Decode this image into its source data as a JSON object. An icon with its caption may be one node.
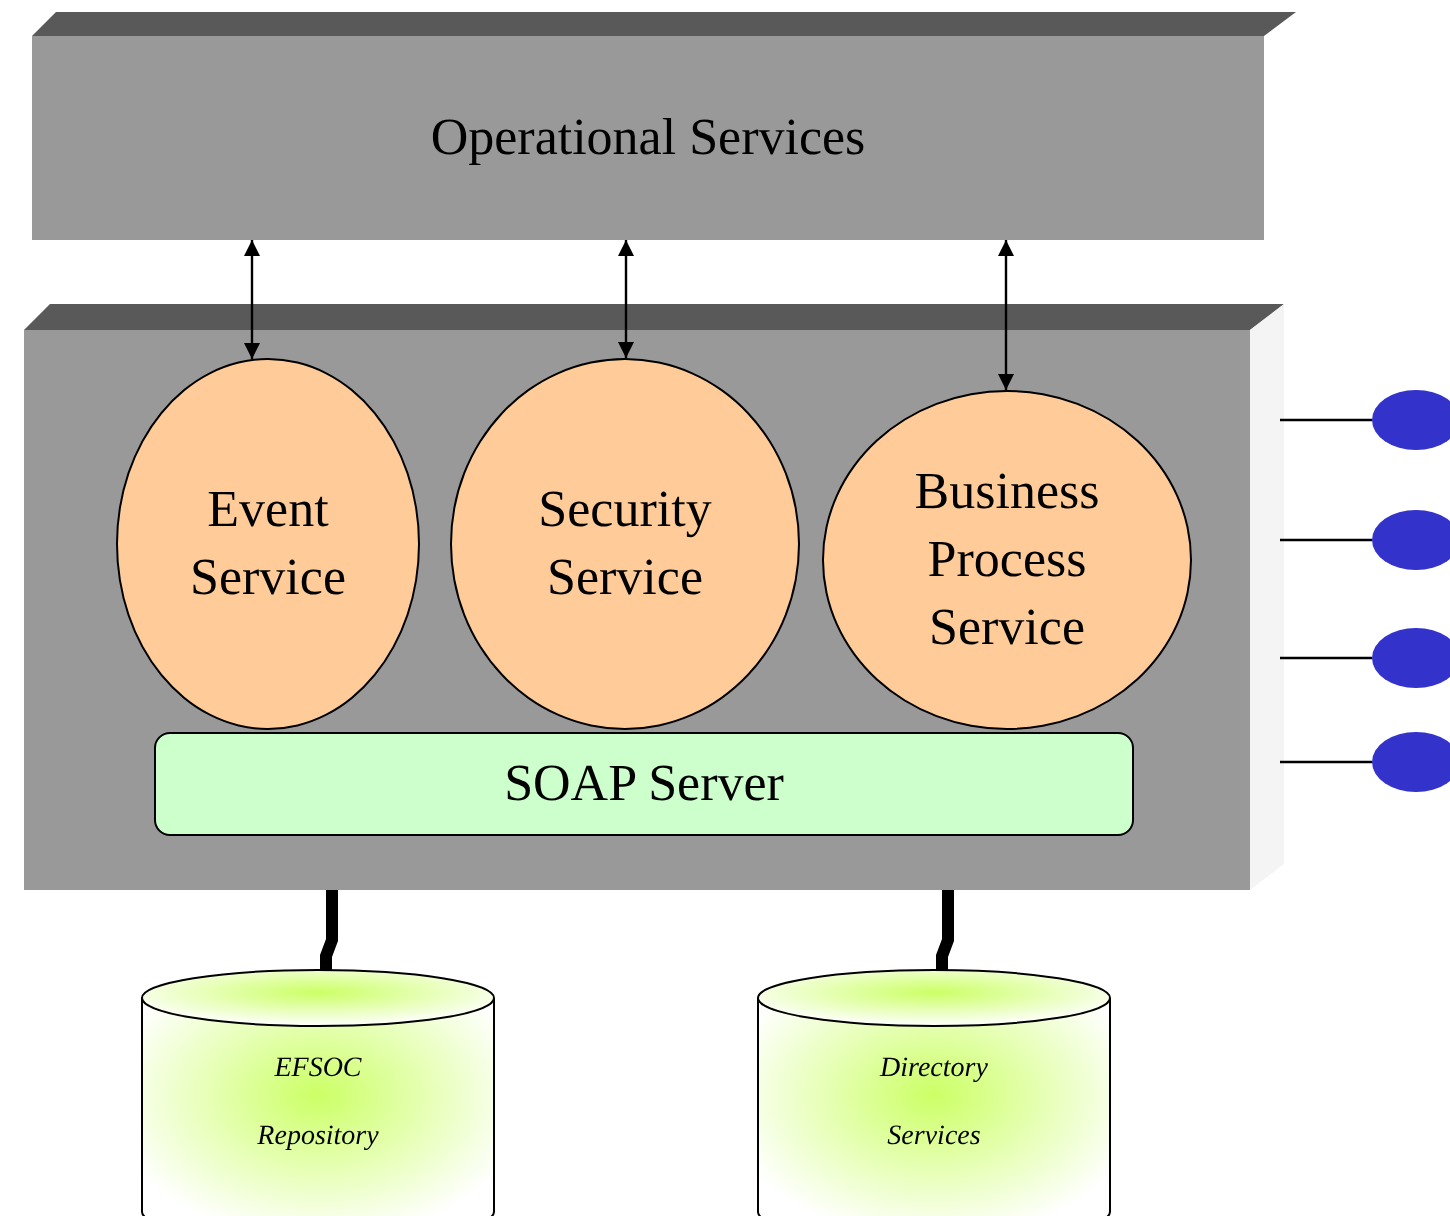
{
  "diagram": {
    "nodes": [
      {
        "text": [
          "Operational Services"
        ]
      },
      {
        "text": [],
        "shape": "box"
      },
      {
        "text": [
          "Event Service"
        ],
        "in": 1
      },
      {
        "text": [
          "Security Service"
        ],
        "in": 1
      },
      {
        "text": [
          "Business Process Service"
        ],
        "in": 1
      },
      {
        "text": [
          "SOAP Server"
        ],
        "in": 1
      },
      {
        "text": [],
        "shape": "circle"
      },
      {
        "text": [],
        "shape": "circle"
      },
      {
        "text": [],
        "shape": "circle"
      },
      {
        "text": [],
        "shape": "circle"
      },
      {
        "text": [
          "EFSOC Repository"
        ]
      },
      {
        "text": [
          "Directory Services"
        ]
      }
    ],
    "edges": [
      {
        "from": 0,
        "to": 2,
        "arrow": "both"
      },
      {
        "from": 0,
        "to": 3,
        "arrow": "both"
      },
      {
        "from": 0,
        "to": 4,
        "arrow": "both"
      },
      {
        "from": 1,
        "to": 6,
        "arrow": "none"
      },
      {
        "from": 1,
        "to": 7,
        "arrow": "none"
      },
      {
        "from": 1,
        "to": 8,
        "arrow": "none"
      },
      {
        "from": 1,
        "to": 9,
        "arrow": "none"
      },
      {
        "from": 1,
        "to": 10,
        "arrow": "none",
        "style": "thick"
      },
      {
        "from": 1,
        "to": 11,
        "arrow": "none",
        "style": "thick"
      }
    ]
  }
}
